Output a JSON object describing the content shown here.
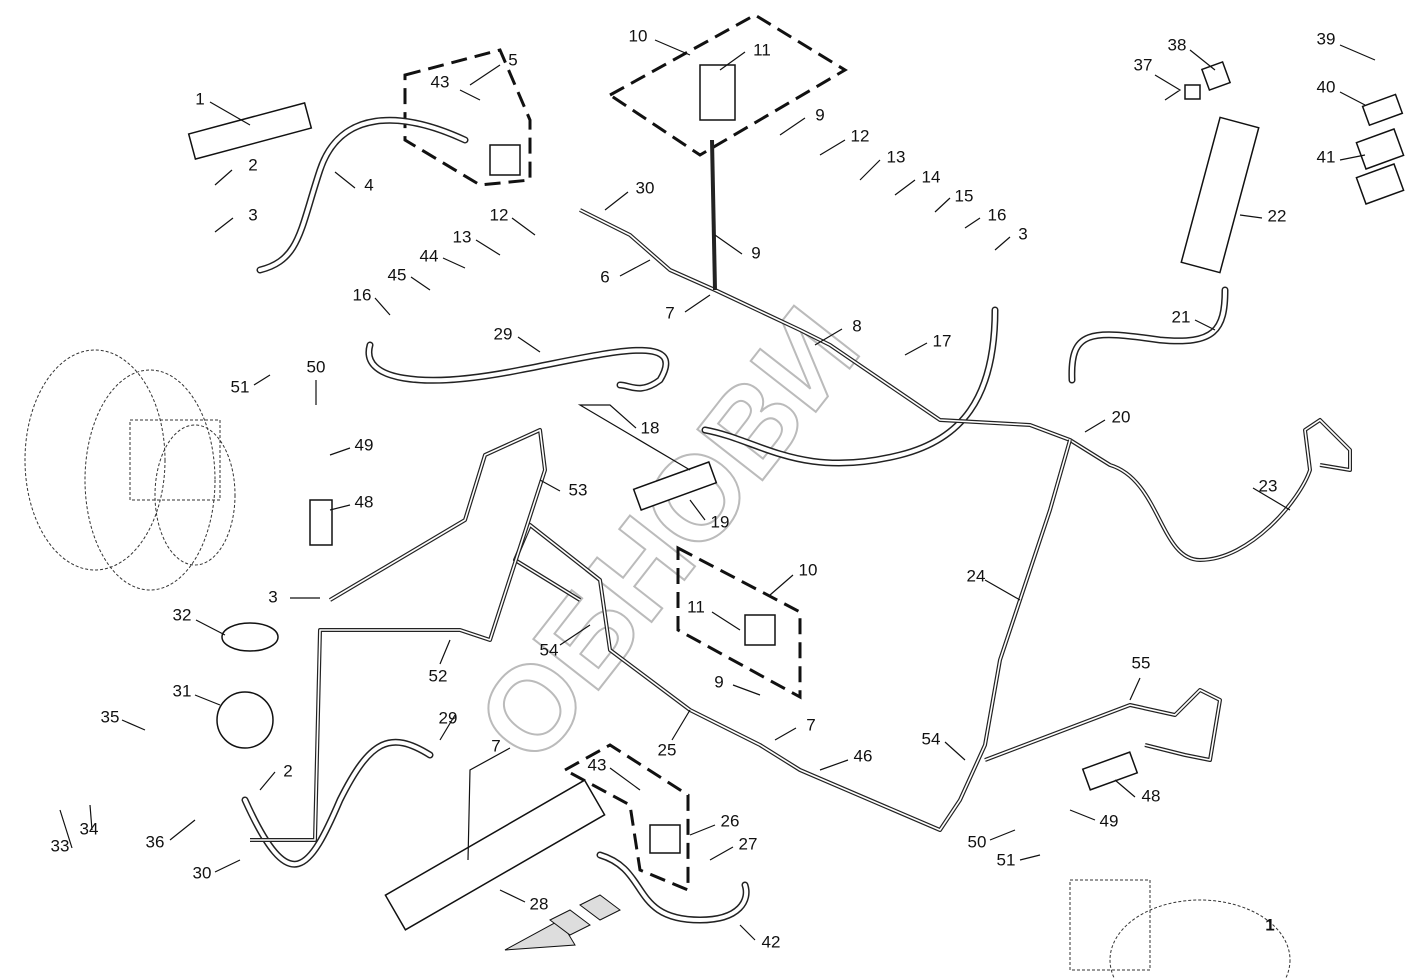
{
  "diagram": {
    "watermark": "ОБНОВИ",
    "sheet_number": "1",
    "callouts": [
      "1",
      "2",
      "3",
      "4",
      "43",
      "5",
      "10",
      "11",
      "9",
      "12",
      "13",
      "14",
      "15",
      "16",
      "3",
      "30",
      "12",
      "13",
      "44",
      "45",
      "16",
      "9",
      "6",
      "7",
      "8",
      "17",
      "29",
      "50",
      "51",
      "49",
      "48",
      "18",
      "19",
      "53",
      "3",
      "32",
      "31",
      "35",
      "2",
      "33",
      "34",
      "36",
      "30",
      "52",
      "29",
      "54",
      "10",
      "11",
      "9",
      "7",
      "25",
      "46",
      "43",
      "26",
      "27",
      "28",
      "42",
      "7",
      "24",
      "54",
      "55",
      "48",
      "49",
      "50",
      "51",
      "20",
      "21",
      "22",
      "23",
      "37",
      "38",
      "39",
      "40",
      "41"
    ]
  }
}
